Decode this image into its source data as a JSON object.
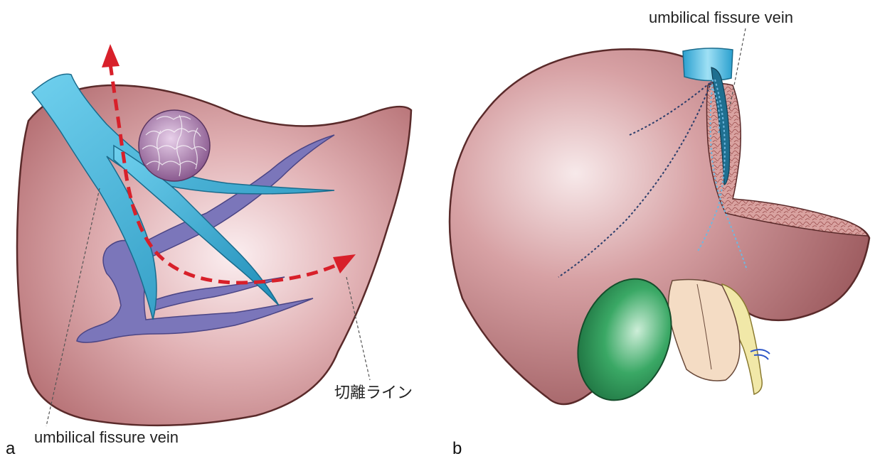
{
  "panel_a": {
    "letter": "a",
    "label_vein": "umbilical fissure vein",
    "label_cut": "切離ライン"
  },
  "panel_b": {
    "letter": "b",
    "label_vein": "umbilical fissure vein"
  },
  "colors": {
    "liver": "#c98b8b",
    "liver_edge": "#5a2a2a",
    "hepatic_vein": "#2fa0c8",
    "portal_vein": "#7a74b8",
    "tumor": "#8a5a8f",
    "cut_line": "#d8202a",
    "gallbladder": "#2e9a5a"
  }
}
